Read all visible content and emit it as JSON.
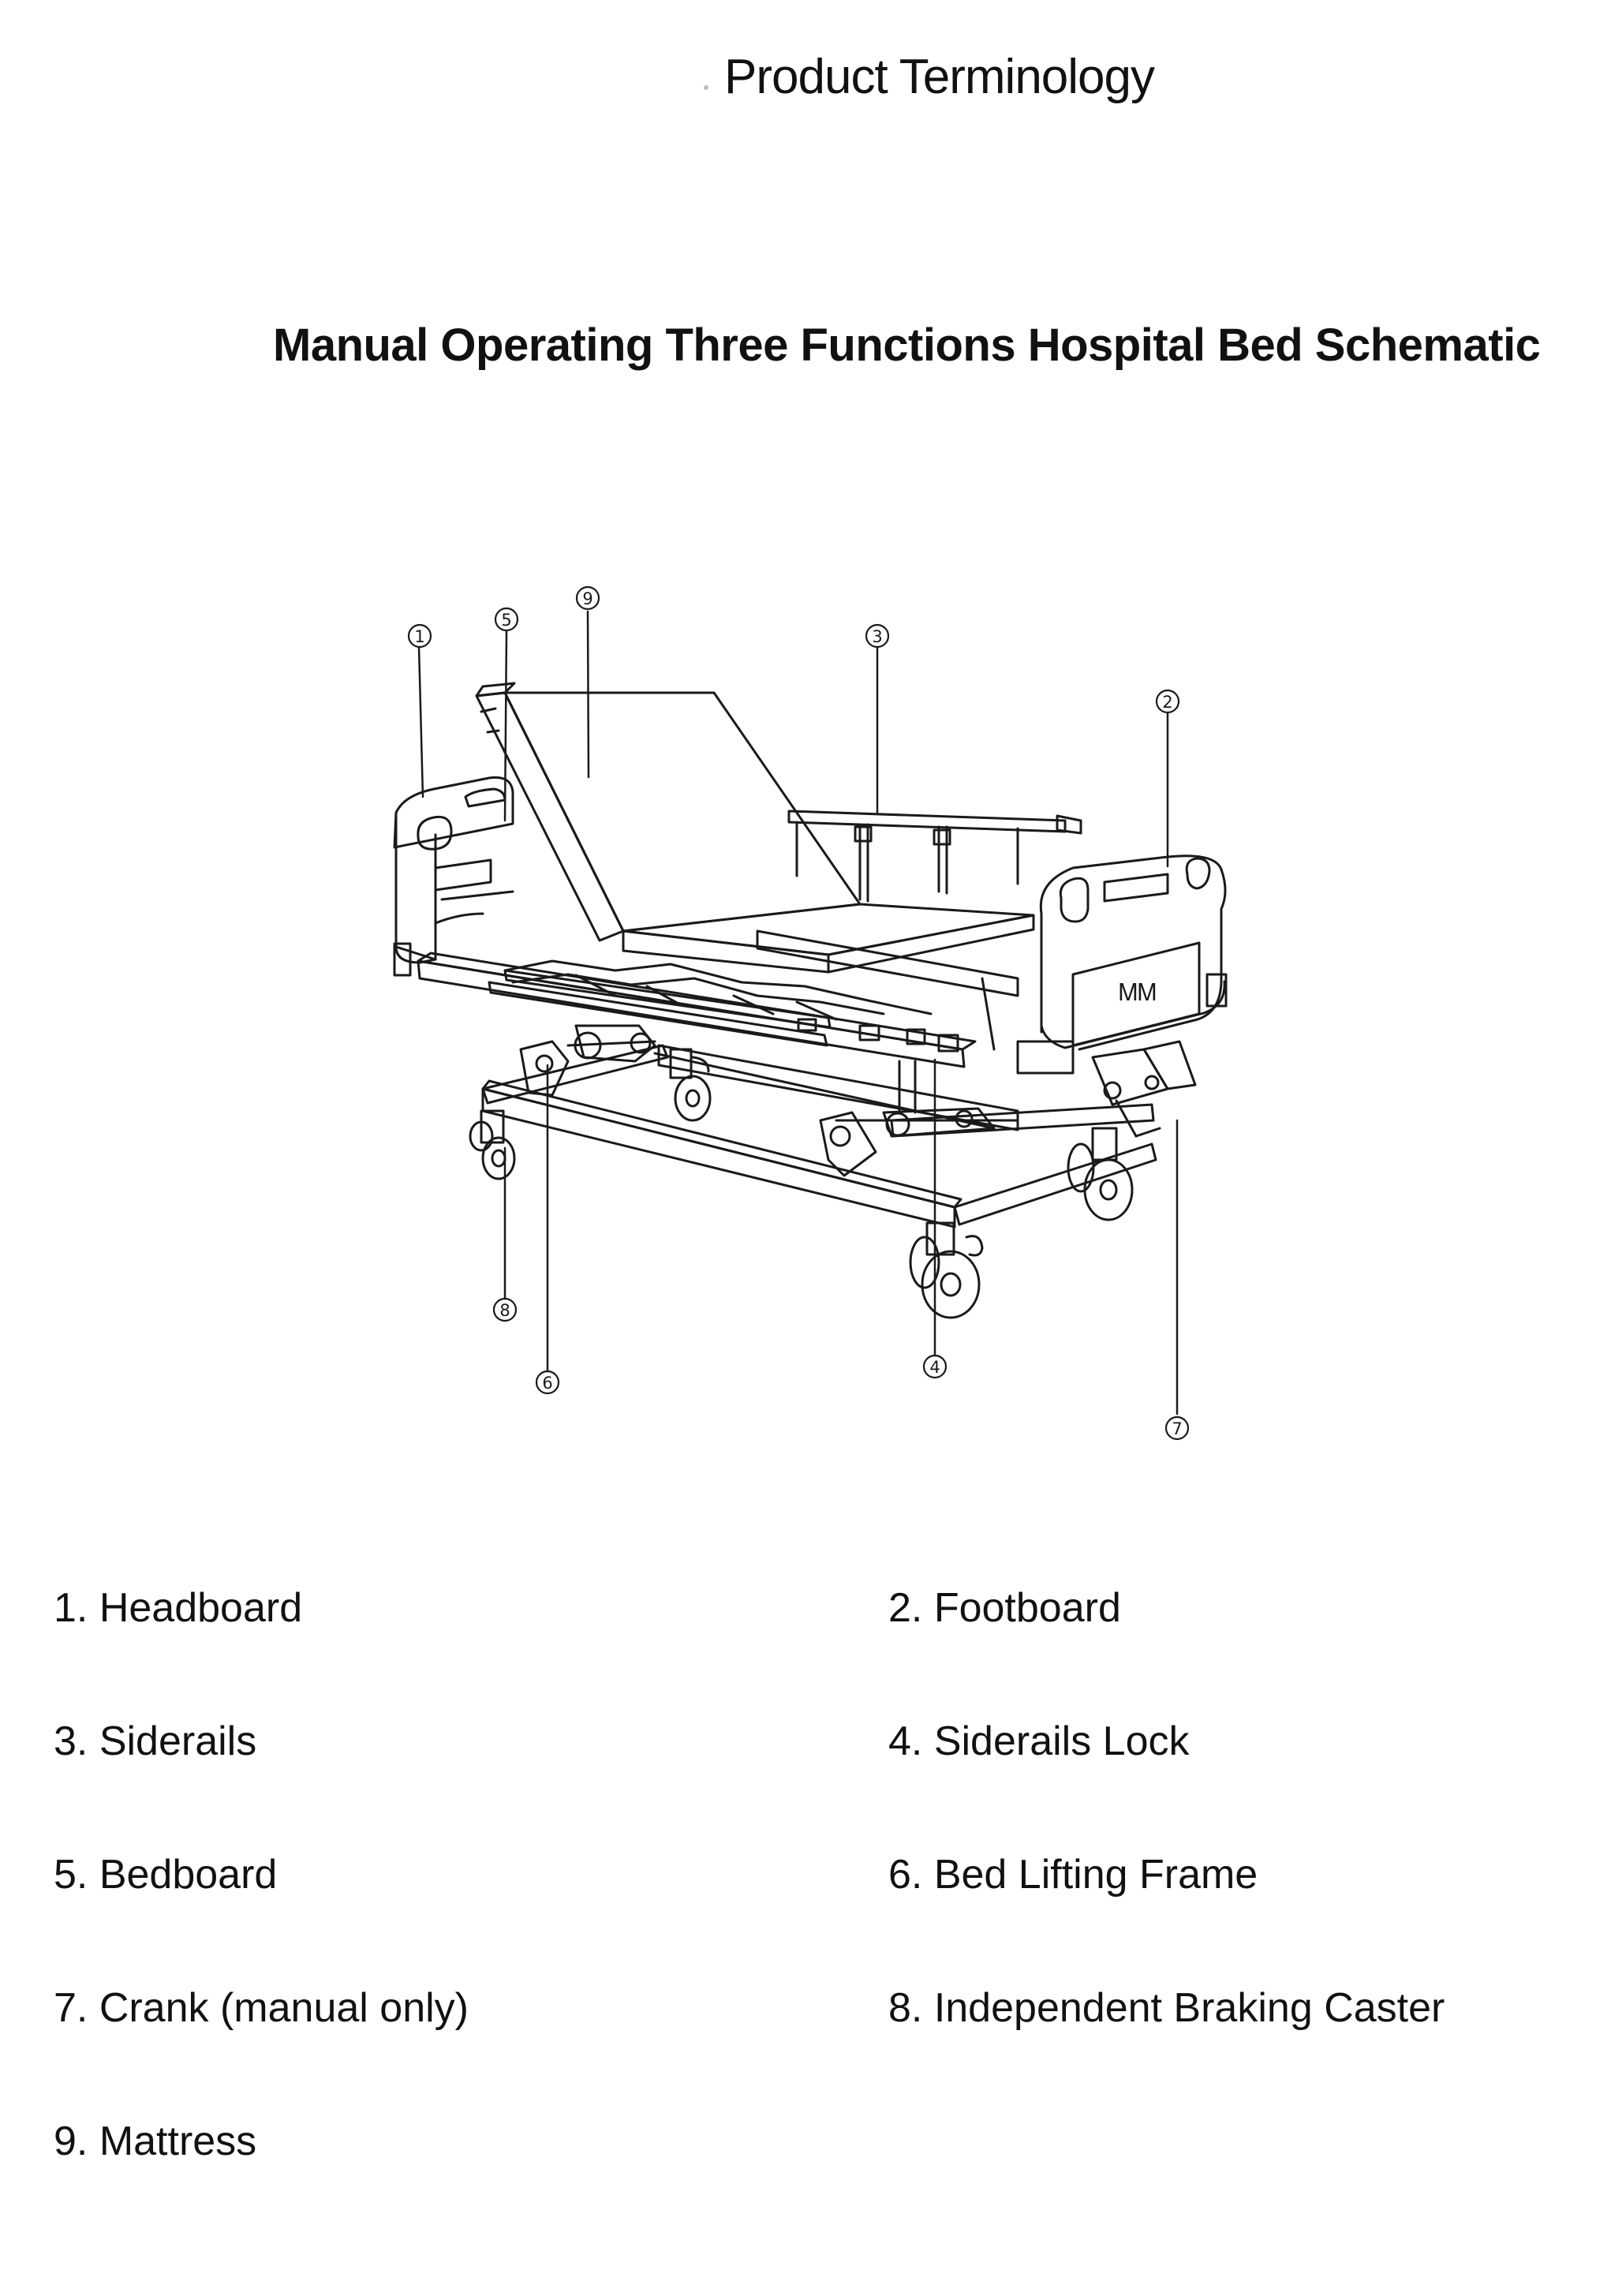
{
  "header": {
    "title": "Product Terminology"
  },
  "schematic": {
    "title": "Manual Operating Three Functions Hospital Bed Schematic",
    "callouts": [
      "1",
      "2",
      "3",
      "4",
      "5",
      "6",
      "7",
      "8",
      "9"
    ]
  },
  "legend": {
    "items": [
      "1. Headboard",
      "2. Footboard",
      "3. Siderails",
      "4. Siderails Lock",
      "5. Bedboard",
      "6. Bed Lifting Frame",
      "7. Crank (manual only)",
      "8. Independent Braking Caster",
      "9. Mattress"
    ]
  }
}
